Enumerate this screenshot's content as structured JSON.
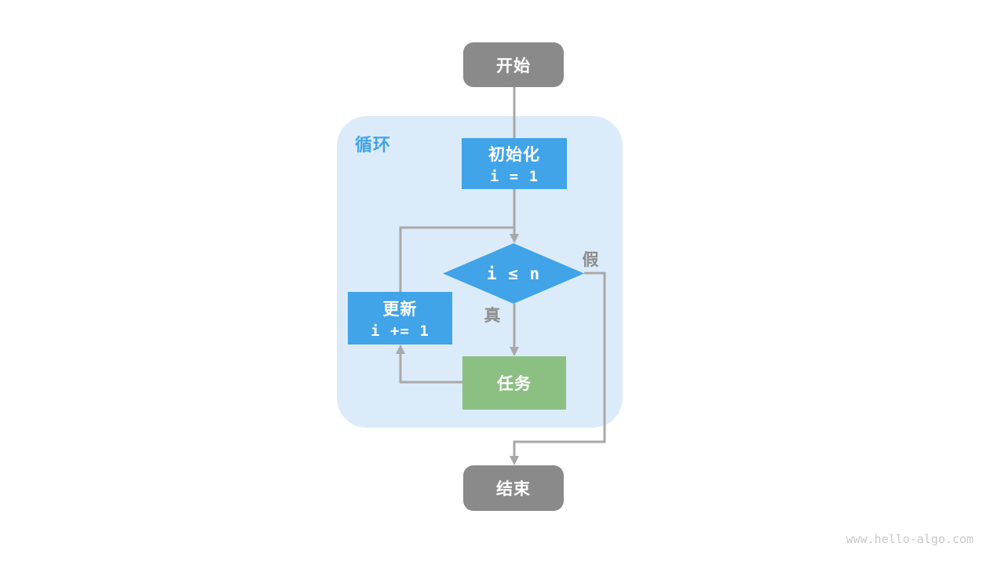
{
  "page": {
    "watermark": "www.hello-algo.com"
  },
  "colors": {
    "node_blue": "#41A3E8",
    "node_green": "#8CC083",
    "node_gray": "#8A8A8A",
    "loop_panel_blue": "#DCEBF9",
    "connector_gray": "#A8A8A8",
    "branch_label_gray": "#8D8D8D",
    "watermark_gray": "#C9C9C9"
  },
  "flowchart": {
    "start": {
      "label": "开始"
    },
    "loop_region": {
      "label": "循环"
    },
    "init": {
      "label": "初始化",
      "code": "i = 1"
    },
    "condition": {
      "code": "i ≤ n"
    },
    "branch_true": {
      "label": "真"
    },
    "branch_false": {
      "label": "假"
    },
    "task": {
      "label": "任务"
    },
    "update": {
      "label": "更新",
      "code": "i += 1"
    },
    "end": {
      "label": "结束"
    }
  }
}
